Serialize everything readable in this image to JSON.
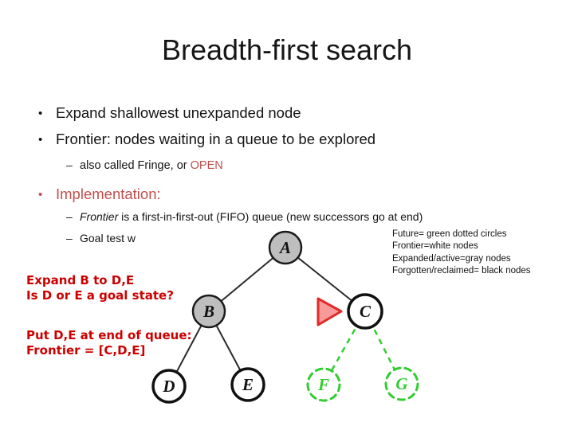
{
  "title": "Breadth-first search",
  "markers": {
    "bullet": "•",
    "dash": "–"
  },
  "bullets": {
    "b1": "Expand shallowest unexpanded node",
    "b2": "Frontier: nodes waiting in a queue to be explored",
    "sub1_prefix": "also called Fringe, or ",
    "sub1_highlight": "OPEN",
    "b3": "Implementation:",
    "sub2_italic": "Frontier",
    "sub2_rest": " is a first-in-first-out (FIFO) queue (new successors go at end)",
    "sub3": "Goal test w"
  },
  "legend": {
    "lines": [
      "Future= green dotted circles",
      "Frontier=white nodes",
      "Expanded/active=gray nodes",
      "Forgotten/reclaimed= black nodes"
    ]
  },
  "annotations": {
    "block1_line1": "Expand B to D,E",
    "block1_line2": "Is D or E a goal state?",
    "block2_line1": "Put D,E at end of queue:",
    "block2_line2": "Frontier = [C,D,E]"
  },
  "tree": {
    "nodes": {
      "a": "A",
      "b": "B",
      "c": "C",
      "d": "D",
      "e": "E",
      "f": "F",
      "g": "G"
    }
  },
  "colors": {
    "accent": "#C0504D",
    "annotation_red": "#CC0000",
    "future_green": "#33CC33",
    "expanded_gray": "#BEBEBE",
    "pointer_fill": "#F69A9A",
    "pointer_stroke": "#E02A2A"
  }
}
